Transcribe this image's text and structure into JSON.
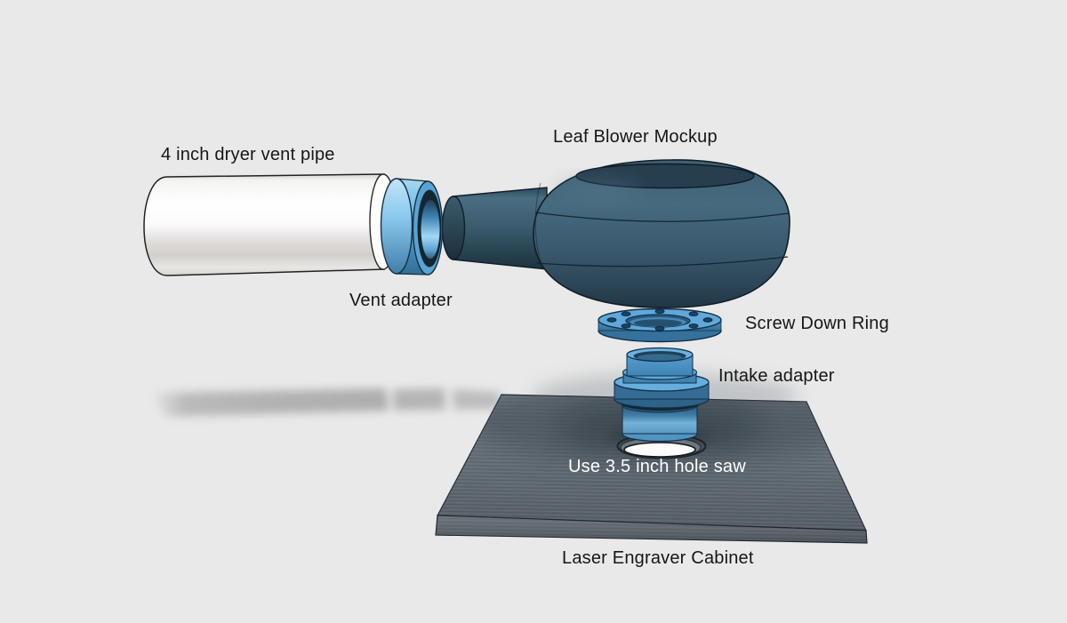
{
  "scene": {
    "description": "Exploded CAD assembly illustration of a leaf blower fume extractor mockup",
    "labels": {
      "dryer_vent_pipe": "4 inch dryer vent pipe",
      "leaf_blower": "Leaf Blower Mockup",
      "vent_adapter": "Vent adapter",
      "screw_down_ring": "Screw Down Ring",
      "intake_adapter": "Intake adapter",
      "hole_saw": "Use 3.5 inch hole saw",
      "cabinet": "Laser Engraver Cabinet"
    },
    "colors": {
      "background": "#e9e9e9",
      "label_text": "#161616",
      "label_text_on_panel": "#ffffff",
      "pipe_white": "#f7f6f4",
      "vent_adapter_blue": "#6fb6e4",
      "blower_teal": "#3a5a6e",
      "blower_top": "#273e4f",
      "fitting_blue": "#4a90c3",
      "fitting_blue_light": "#66aedd",
      "panel_gray": "#636c74",
      "outline_dark": "#101e28",
      "hole_white": "#fbfbfa"
    }
  }
}
